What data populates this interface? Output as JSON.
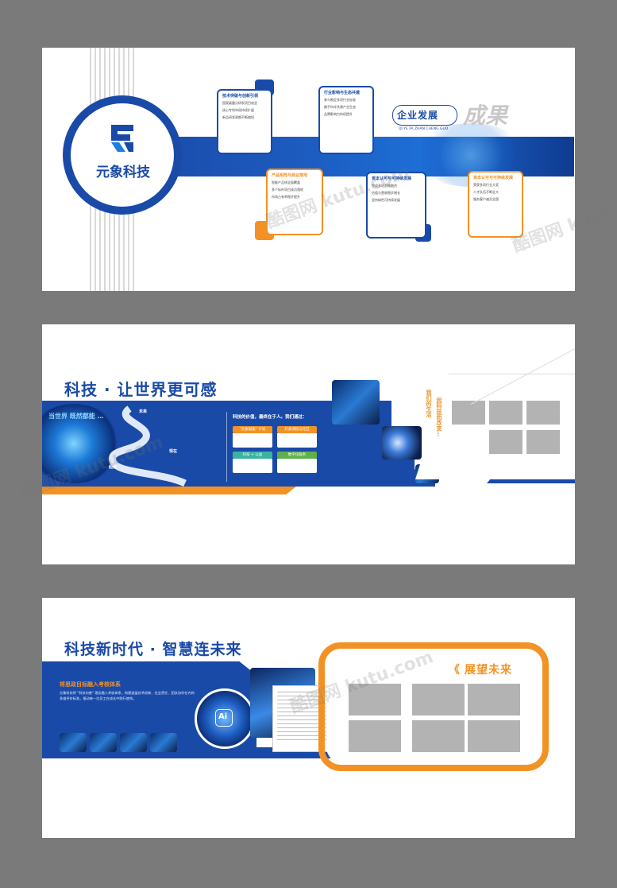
{
  "panel1": {
    "logo_text": "元象科技",
    "title_cn": "企业发展",
    "title_accent": "成果",
    "title_pinyin": "QI YE FA ZHAN CHENG GUO",
    "bubbles": [
      {
        "title": "技术突破与创新引领",
        "lines": [
          "国家级重点研发项目攻坚",
          "核心专利布局持续扩展",
          "新品研发周期不断缩短"
        ]
      },
      {
        "title": "行业影响与生态共建",
        "lines": [
          "参与制定多项行业标准",
          "携手伙伴共建产业生态",
          "品牌影响力持续提升"
        ]
      },
      {
        "title": "产品矩阵与商业落地",
        "lines": [
          "智能产品线全面覆盖",
          "多个标杆项目成功落地",
          "市场占有率稳步提升"
        ]
      },
      {
        "title": "资本认可与可持续发展",
        "lines": [
          "完成多轮战略融资",
          "估值与营收稳步增长",
          "坚持绿色可持续发展"
        ]
      },
      {
        "title": "资本认可与可持续发展",
        "lines": [
          "荣获多项行业大奖",
          "人才队伍不断壮大",
          "服务客户遍及全国"
        ]
      }
    ]
  },
  "panel2": {
    "headline": "科技 · 让世界更可感",
    "side_text": "当世界 既然都能 …",
    "road_labels": [
      "未来",
      "起点",
      "现在"
    ],
    "value_title": "科技的价值，最终在于人。我们通过：",
    "value_tags": [
      "\"元象赋能\" 计划",
      "开源课程与社区",
      "科技 + 公益",
      "数字化服务"
    ],
    "vertical_1": "我们的生活",
    "vertical_2": "因科技而改变…"
  },
  "panel3": {
    "headline": "科技新时代 · 智慧连未来",
    "sub_title": "将思政目标融入考核体系",
    "body_text": "元象科技将 \"科技向善\" 理念融入考核体系，构建涵盖技术创新、社会责任、团队协作在内的多维评价标准，推动每一位员工在成长中践行使命。",
    "ai_text": "Ai",
    "outlook": "展望未来",
    "chevron": "《"
  },
  "colors": {
    "blue": "#1a4aa8",
    "orange": "#f39224",
    "gray": "#b3b3b3"
  },
  "watermark": "酷图网 kutu.com"
}
